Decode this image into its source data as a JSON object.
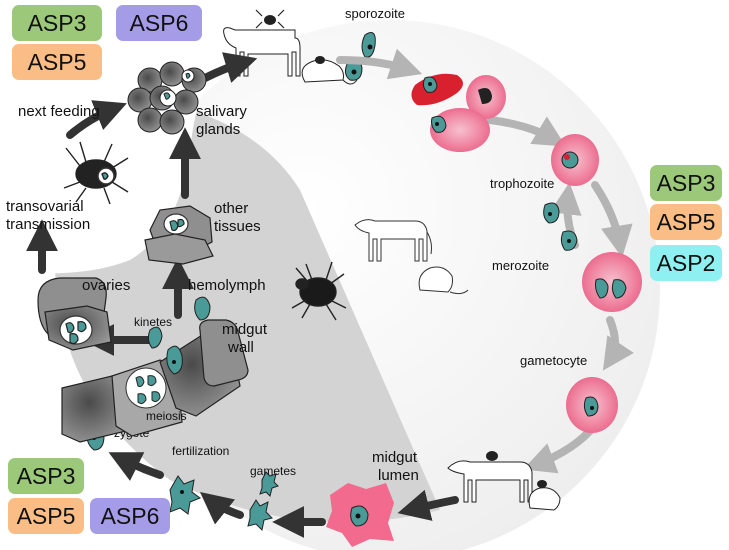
{
  "diagram": {
    "labels": {
      "sporozoite": "sporozoite",
      "trophozoite": "trophozoite",
      "merozoite": "merozoite",
      "gametocyte": "gametocyte",
      "midgut_lumen_1": "midgut",
      "midgut_lumen_2": "lumen",
      "gametes": "gametes",
      "fertilization": "fertilization",
      "zygote": "zygote",
      "meiosis": "meiosis",
      "kinetes": "kinetes",
      "midgut_wall_1": "midgut",
      "midgut_wall_2": "wall",
      "hemolymph": "hemolymph",
      "ovaries": "ovaries",
      "other_tissues_1": "other",
      "other_tissues_2": "tissues",
      "salivary_glands_1": "salivary",
      "salivary_glands_2": "glands",
      "next_feeding": "next feeding",
      "transovarial_1": "transovarial",
      "transovarial_2": "transmission"
    },
    "badges": {
      "top_left": [
        {
          "text": "ASP3",
          "color": "#9cc87a"
        },
        {
          "text": "ASP6",
          "color": "#a59ce8"
        },
        {
          "text": "ASP5",
          "color": "#f9bd85"
        }
      ],
      "right": [
        {
          "text": "ASP3",
          "color": "#9cc87a"
        },
        {
          "text": "ASP5",
          "color": "#f9bd85"
        },
        {
          "text": "ASP2",
          "color": "#8ef0f0"
        }
      ],
      "bottom_left": [
        {
          "text": "ASP3",
          "color": "#9cc87a"
        },
        {
          "text": "ASP5",
          "color": "#f9bd85"
        },
        {
          "text": "ASP6",
          "color": "#a59ce8"
        }
      ]
    },
    "colors": {
      "parasite": "#4a9a98",
      "erythrocyte": "#f26a8d",
      "infected_red": "#d9202e",
      "host_arrow": "#b4b4b4",
      "tick_arrow": "#333333",
      "tissue": "#9a9a9a"
    }
  }
}
